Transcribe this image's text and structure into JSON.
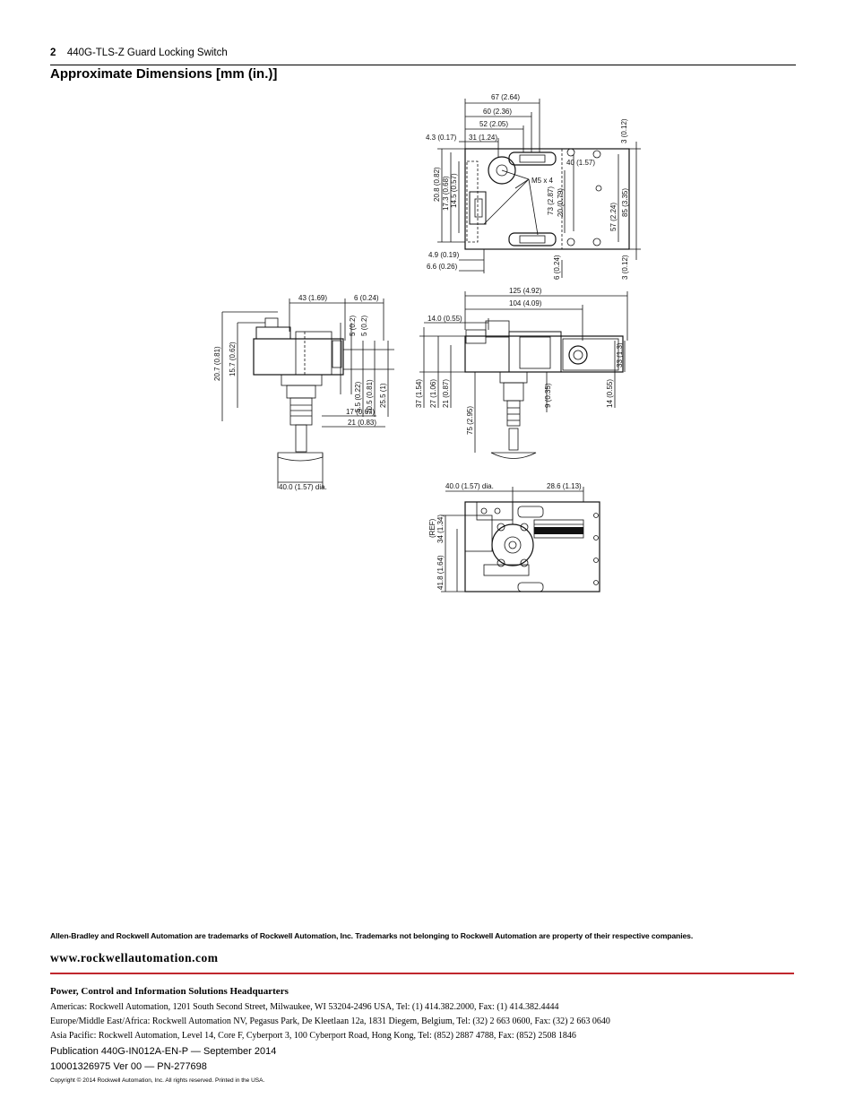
{
  "header": {
    "page_number": "2",
    "doc_title": "440G-TLS-Z Guard Locking Switch"
  },
  "section": {
    "title": "Approximate Dimensions [mm (in.)]"
  },
  "drawing": {
    "top_view": {
      "dims": [
        "67 (2.64)",
        "60 (2.36)",
        "52 (2.05)",
        "4.3 (0.17)",
        "31 (1.24)",
        "3 (0.12)",
        "40 (1.57)",
        "M5 x 4",
        "20.8 (0.82)",
        "17.3 (0.68)",
        "14.5 (0.57)",
        "73 (2.87)",
        "20 (0.79)",
        "57 (2.24)",
        "85 (3.35)",
        "4.9 (0.19)",
        "6.6 (0.26)",
        "6 (0.24)",
        "3 (0.12)"
      ]
    },
    "side_view": {
      "dims": [
        "43 (1.69)",
        "6 (0.24)",
        "20.7 (0.81)",
        "15.7 (0.62)",
        "5 (0.2)",
        "5 (0.2)",
        "5.5 (0.22)",
        "20.5 (0.81)",
        "25.5 (1)",
        "17 (0.67)",
        "21 (0.83)",
        "40.0 (1.57) dia."
      ]
    },
    "front_view": {
      "dims": [
        "125 (4.92)",
        "104 (4.09)",
        "14.0 (0.55)",
        "37 (1.54)",
        "27 (1.06)",
        "21 (0.87)",
        "75 (2.95)",
        "9 (0.35)",
        "33 (1.3)",
        "14 (0.55)"
      ]
    },
    "bottom_view": {
      "dims": [
        "40.0 (1.57) dia.",
        "28.6 (1.13)",
        "(REF)",
        "34 (1.34)",
        "41.8 (1.64)"
      ]
    }
  },
  "footer": {
    "trademark": "Allen-Bradley and Rockwell Automation are trademarks of Rockwell Automation, Inc. Trademarks not belonging to Rockwell Automation are property of their respective companies.",
    "website": "www.rockwellautomation.com",
    "hq_title": "Power, Control and Information Solutions Headquarters",
    "americas": "Americas: Rockwell Automation, 1201 South Second Street, Milwaukee, WI 53204-2496 USA, Tel: (1) 414.382.2000, Fax: (1) 414.382.4444",
    "emea": "Europe/Middle East/Africa: Rockwell Automation NV, Pegasus Park, De Kleetlaan 12a, 1831 Diegem, Belgium, Tel: (32) 2 663 0600, Fax: (32) 2 663 0640",
    "asia": "Asia Pacific: Rockwell Automation, Level 14, Core F, Cyberport 3, 100 Cyberport Road, Hong Kong, Tel: (852) 2887 4788, Fax: (852) 2508 1846",
    "publication": "Publication 440G-IN012A-EN-P — September 2014",
    "version": "10001326975 Ver 00 — PN-277698",
    "copyright": "Copyright © 2014 Rockwell Automation, Inc. All rights reserved. Printed in the USA."
  }
}
